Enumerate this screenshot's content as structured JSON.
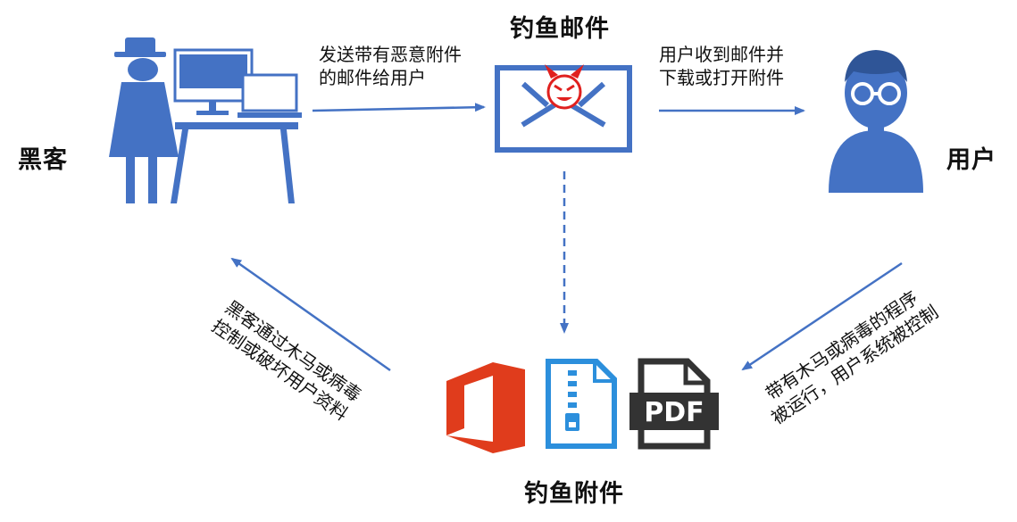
{
  "nodes": {
    "hacker": {
      "label": "黑客"
    },
    "phishing_email": {
      "label": "钓鱼邮件"
    },
    "user": {
      "label": "用户"
    },
    "attachment": {
      "label": "钓鱼附件",
      "pdf_text": "PDF"
    }
  },
  "edges": {
    "send": {
      "line1": "发送带有恶意附件",
      "line2": "的邮件给用户"
    },
    "receive": {
      "line1": "用户收到邮件并",
      "line2": "下载或打开附件"
    },
    "run": {
      "line1": "带有木马或病毒的程序",
      "line2": "被运行，用户系统被控制"
    },
    "control": {
      "line1": "黑客通过木马或病毒",
      "line2": "控制或破坏用户资料"
    }
  },
  "colors": {
    "primary": "#4472C4",
    "office_red": "#E03C1C",
    "zip_blue": "#2C8FDC",
    "pdf_dark": "#333333",
    "devil_red": "#E0201E"
  },
  "icons": {
    "hacker": "hacker-at-desk-icon",
    "email": "envelope-devil-icon",
    "user": "user-avatar-glasses-icon",
    "office": "office-document-icon",
    "zip": "zip-archive-icon",
    "pdf": "pdf-file-icon"
  }
}
